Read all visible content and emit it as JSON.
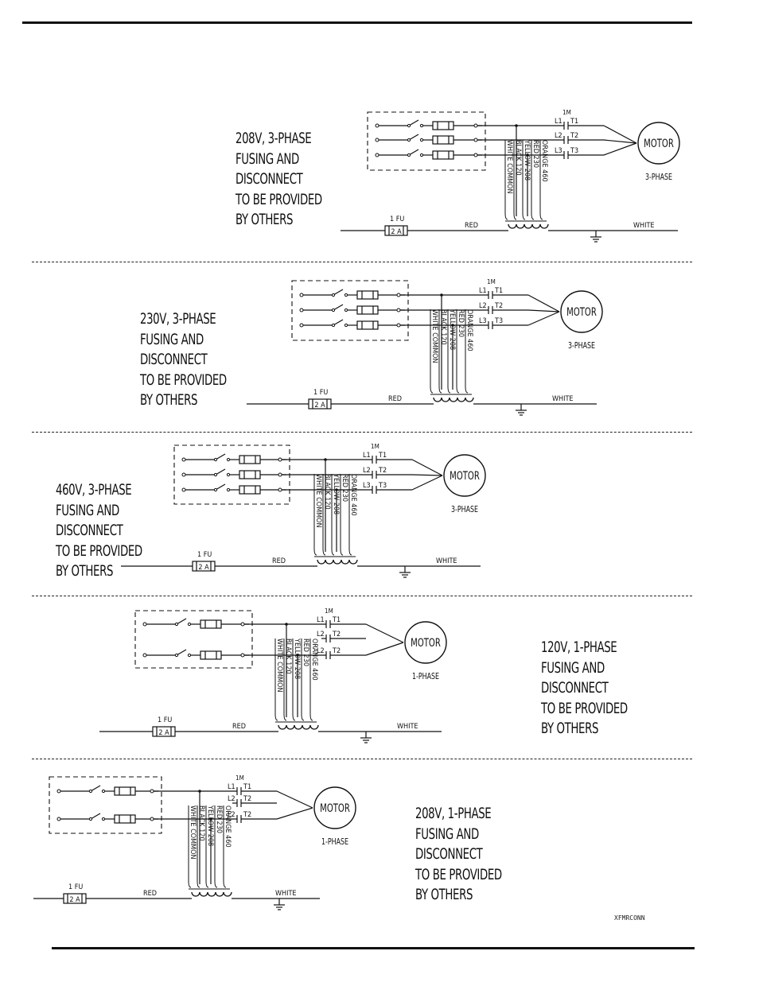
{
  "labels": {
    "contactor": "1M",
    "lines": [
      "L1",
      "L2",
      "L3"
    ],
    "terminals": [
      "T1",
      "T2",
      "T3"
    ],
    "motor": "MOTOR",
    "fuse_label": "1 FU",
    "fuse_rating": "2 A",
    "red": "RED",
    "white": "WHITE",
    "taps": [
      "WHITE COMMON",
      "BLACK 120",
      "YELLOW 208",
      "RED 230",
      "ORANGE 460"
    ]
  },
  "diagrams": [
    {
      "id": "d1",
      "phase_label": "3-PHASE",
      "caption": [
        "208V, 3-PHASE",
        "FUSING AND",
        "DISCONNECT",
        "TO BE PROVIDED",
        "BY OTHERS"
      ]
    },
    {
      "id": "d2",
      "phase_label": "3-PHASE",
      "caption": [
        "230V, 3-PHASE",
        "FUSING AND",
        "DISCONNECT",
        "TO BE PROVIDED",
        "BY OTHERS"
      ]
    },
    {
      "id": "d3",
      "phase_label": "3-PHASE",
      "caption": [
        "460V, 3-PHASE",
        "FUSING AND",
        "DISCONNECT",
        "TO BE PROVIDED",
        "BY OTHERS"
      ]
    },
    {
      "id": "d4",
      "phase_label": "1-PHASE",
      "caption": [
        "120V, 1-PHASE",
        "FUSING AND",
        "DISCONNECT",
        "TO BE PROVIDED",
        "BY OTHERS"
      ]
    },
    {
      "id": "d5",
      "phase_label": "1-PHASE",
      "caption": [
        "208V, 1-PHASE",
        "FUSING AND",
        "DISCONNECT",
        "TO BE PROVIDED",
        "BY OTHERS"
      ]
    }
  ],
  "footer_code": "XFMRCONN"
}
